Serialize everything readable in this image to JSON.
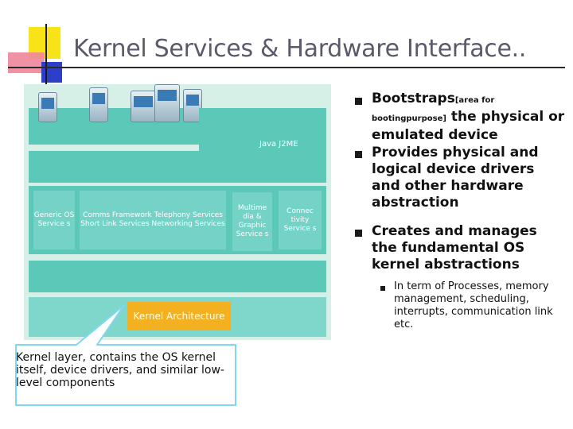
{
  "slide": {
    "title": "Kernel Services & Hardware Interface.."
  },
  "diagram": {
    "java_label": "Java J2ME",
    "tiles": {
      "generic_os": "Generic OS Service s",
      "comms": "Comms Framework Telephony Services Short Link Services Networking Services",
      "multimedia": "Multime dia & Graphic Service s",
      "connectivity": "Connec tivity Service s"
    },
    "kernel_architecture": "Kernel Architecture"
  },
  "bullets": {
    "b1_main": "Bootstraps",
    "b1_small": "[area for bootingpurpose]",
    "b1_rest": "the physical or emulated device",
    "b2": "Provides physical and logical device drivers and other hardware abstraction",
    "b3": "Creates and manages the fundamental OS kernel abstractions",
    "sub1": "In term of Processes, memory management, scheduling, interrupts, communication link etc."
  },
  "callout": {
    "text": "Kernel layer, contains the OS kernel itself, device drivers, and similar low-level components"
  },
  "colors": {
    "band": "#5cc8b8",
    "tile": "#74d2c6",
    "kernel_box": "#f3b020",
    "callout_border": "#7fd8f0"
  }
}
